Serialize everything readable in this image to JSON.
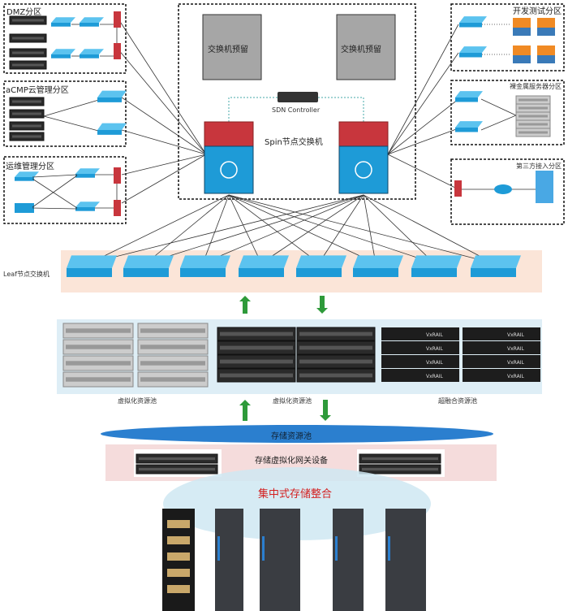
{
  "zones_left": [
    {
      "title": "DMZ分区"
    },
    {
      "title": "aCMP云管理分区"
    },
    {
      "title": "运维管理分区"
    }
  ],
  "zones_right": [
    {
      "title": "开发测试分区"
    },
    {
      "title": "裸金属服务器分区"
    },
    {
      "title": "第三方接入分区"
    }
  ],
  "core": {
    "reserved_left": "交换机预留",
    "reserved_right": "交换机预留",
    "sdn": "SDN Controller",
    "spine": "Spin节点交换机"
  },
  "leaf": {
    "label": "Leaf节点交换机",
    "count": 8
  },
  "pools": {
    "virt1": "虚拟化资源池",
    "virt2": "虚拟化资源池",
    "hci": "超融合资源池",
    "vxrail": "VxRAIL"
  },
  "storage": {
    "pool": "存储资源池",
    "gateway": "存储虚拟化网关设备",
    "central": "集中式存储整合"
  },
  "colors": {
    "switch": "#1e9bd7",
    "firewall": "#c8363d",
    "arrow": "#2e9a3a",
    "storage_pool": "#2b7fcf",
    "central_text": "#d42020"
  }
}
